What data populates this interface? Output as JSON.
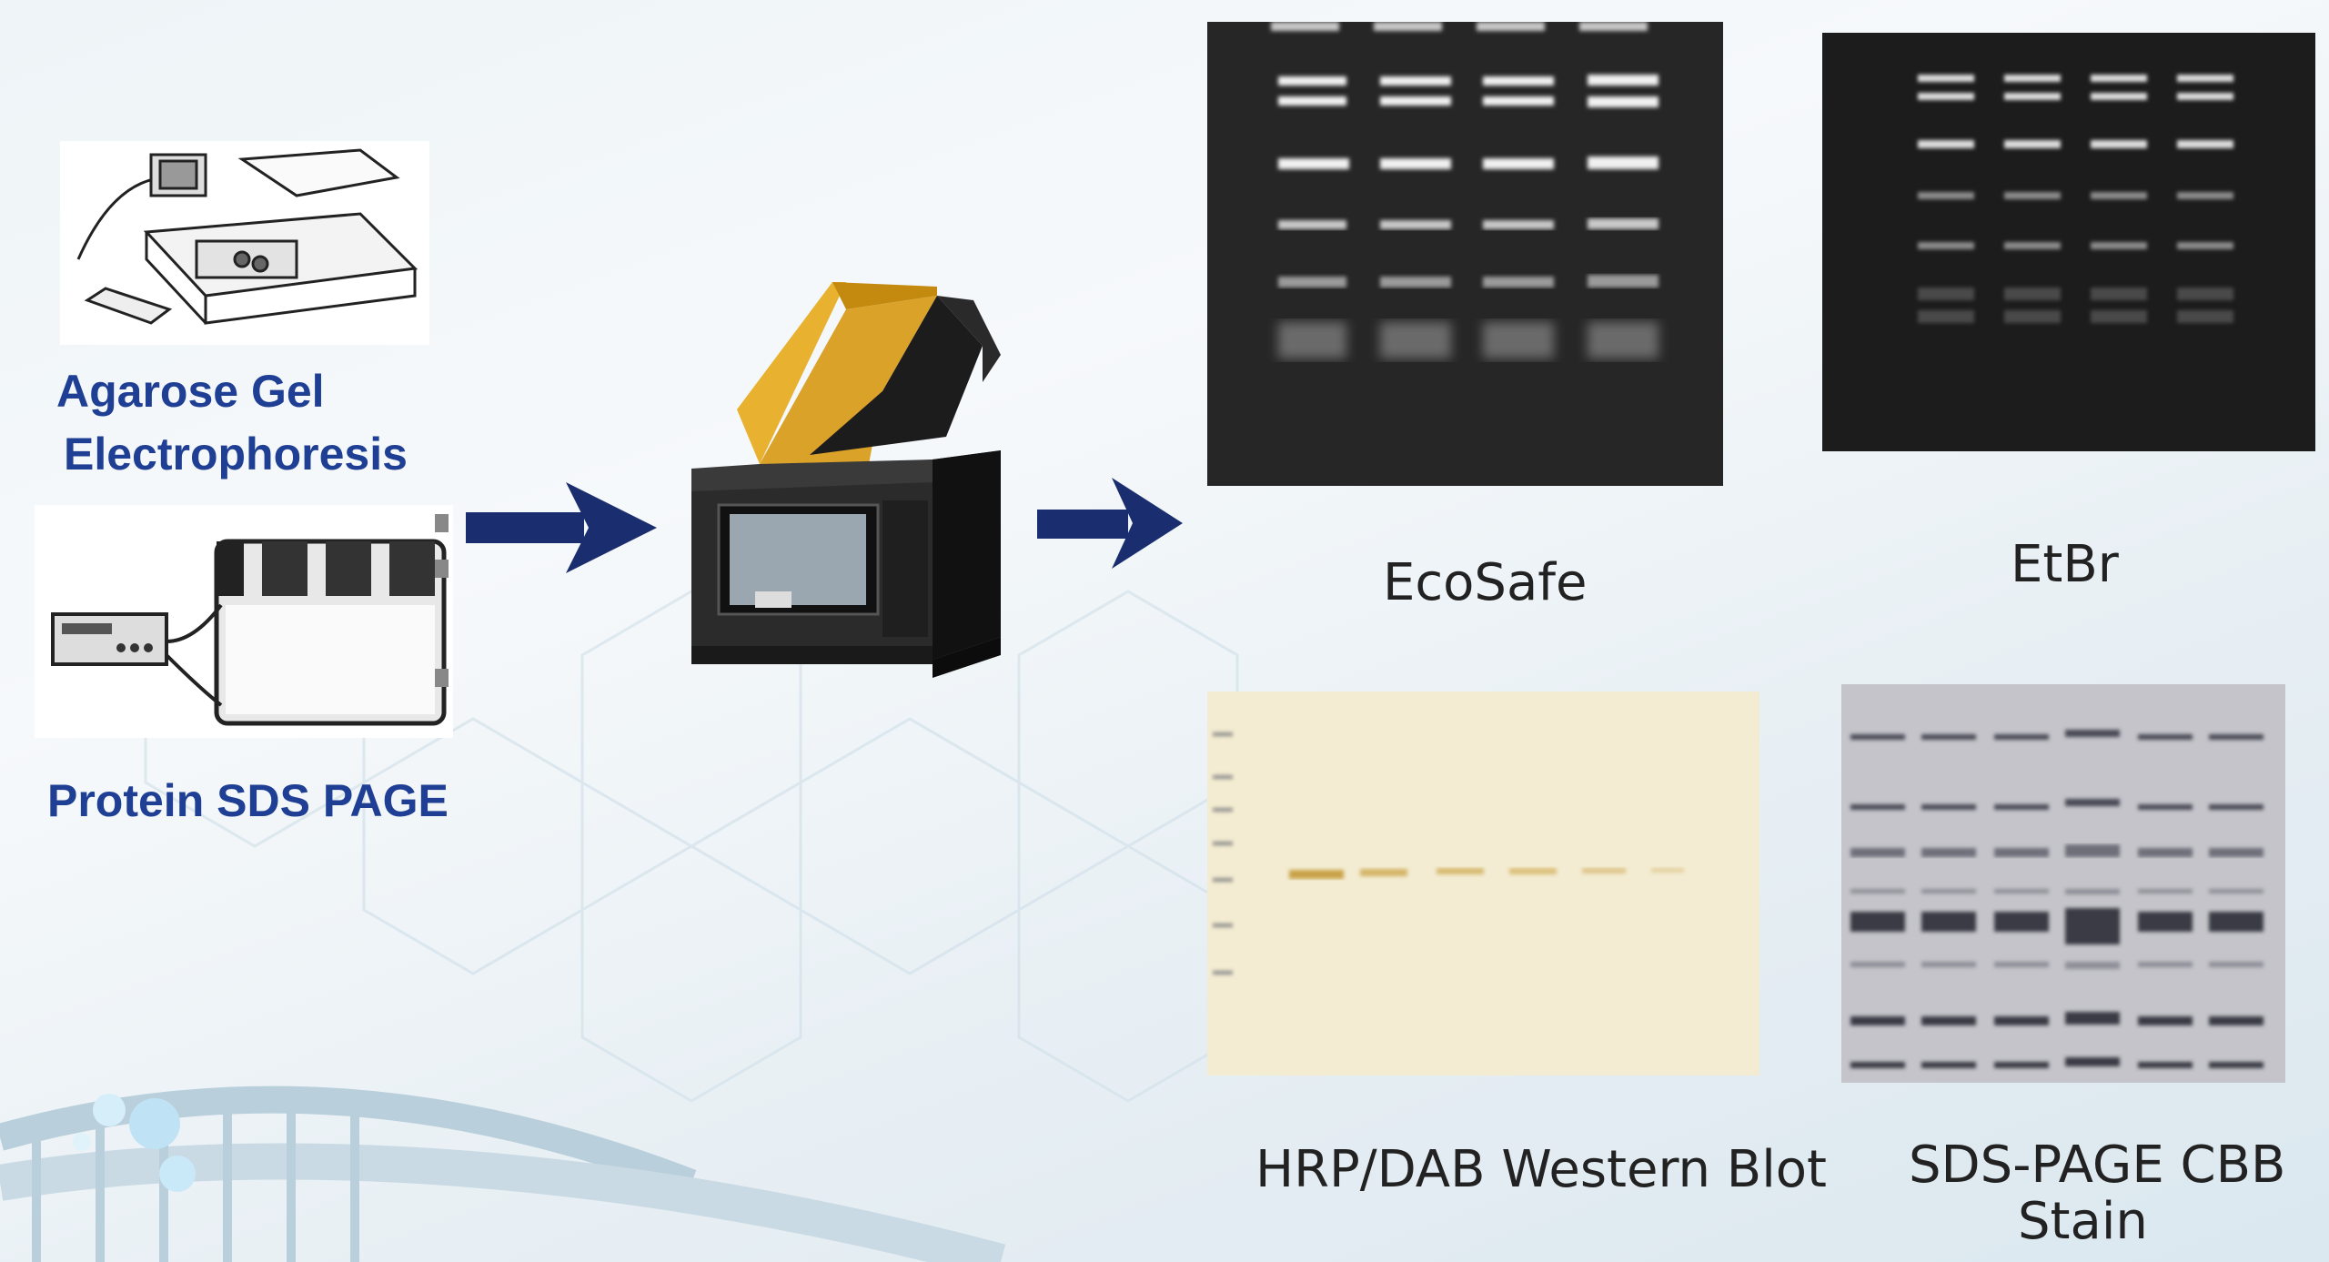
{
  "inputs": {
    "agarose_label_line1": "Agarose Gel",
    "agarose_label_line2": "Electrophoresis",
    "protein_label": "Protein SDS PAGE"
  },
  "results": {
    "ecosafe_caption": "EcoSafe",
    "etbr_caption": "EtBr",
    "western_caption": "HRP/DAB Western Blot",
    "sds_caption_line1": "SDS-PAGE CBB",
    "sds_caption_line2": "Stain"
  },
  "icons": {
    "arrow_color": "#1a2d6e",
    "imager_lid_color": "#e8a81a"
  }
}
